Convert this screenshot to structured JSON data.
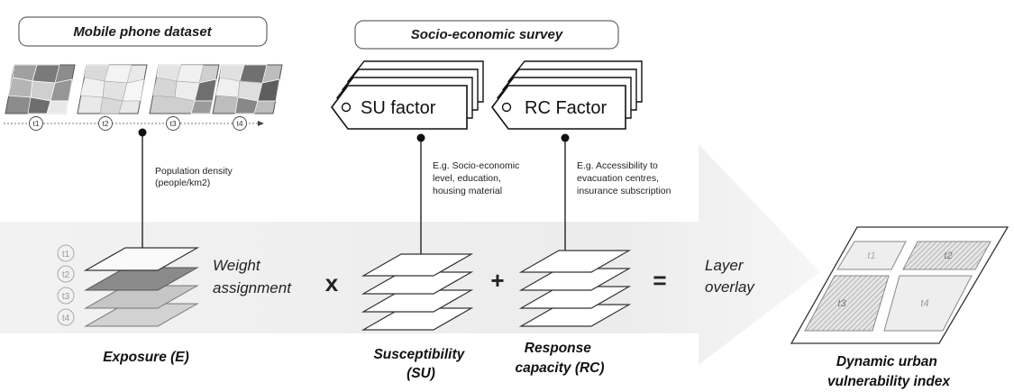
{
  "headers": {
    "mobile": "Mobile phone dataset",
    "survey": "Socio-economic survey"
  },
  "timeline": [
    "t1",
    "t2",
    "t3",
    "t4"
  ],
  "tags": {
    "su": "SU factor",
    "rc": "RC Factor"
  },
  "annotations": {
    "pop": [
      "Population density",
      "(people/km2)"
    ],
    "su": [
      "E.g. Socio-economic",
      "level, education,",
      "housing material"
    ],
    "rc": [
      "E.g. Accessibility to",
      "evacuation centres,",
      "insurance subscription"
    ]
  },
  "steps": {
    "weight": [
      "Weight",
      "assignment"
    ],
    "overlay": [
      "Layer",
      "overlay"
    ]
  },
  "operators": {
    "multiply": "x",
    "plus": "+",
    "equals": "="
  },
  "labels": {
    "exposure": "Exposure (E)",
    "susceptibility": [
      "Susceptibility",
      "(SU)"
    ],
    "response": [
      "Response",
      "capacity (RC)"
    ],
    "index": [
      "Dynamic urban",
      "vulnerability index"
    ]
  },
  "index_cells": [
    "t1",
    "t2",
    "t3",
    "t4"
  ],
  "colors": {
    "band": "#eeeeee",
    "ink": "#1a1a1a",
    "dark_layer": "#8a8a8a",
    "light_layer": "#d2d2d2"
  }
}
